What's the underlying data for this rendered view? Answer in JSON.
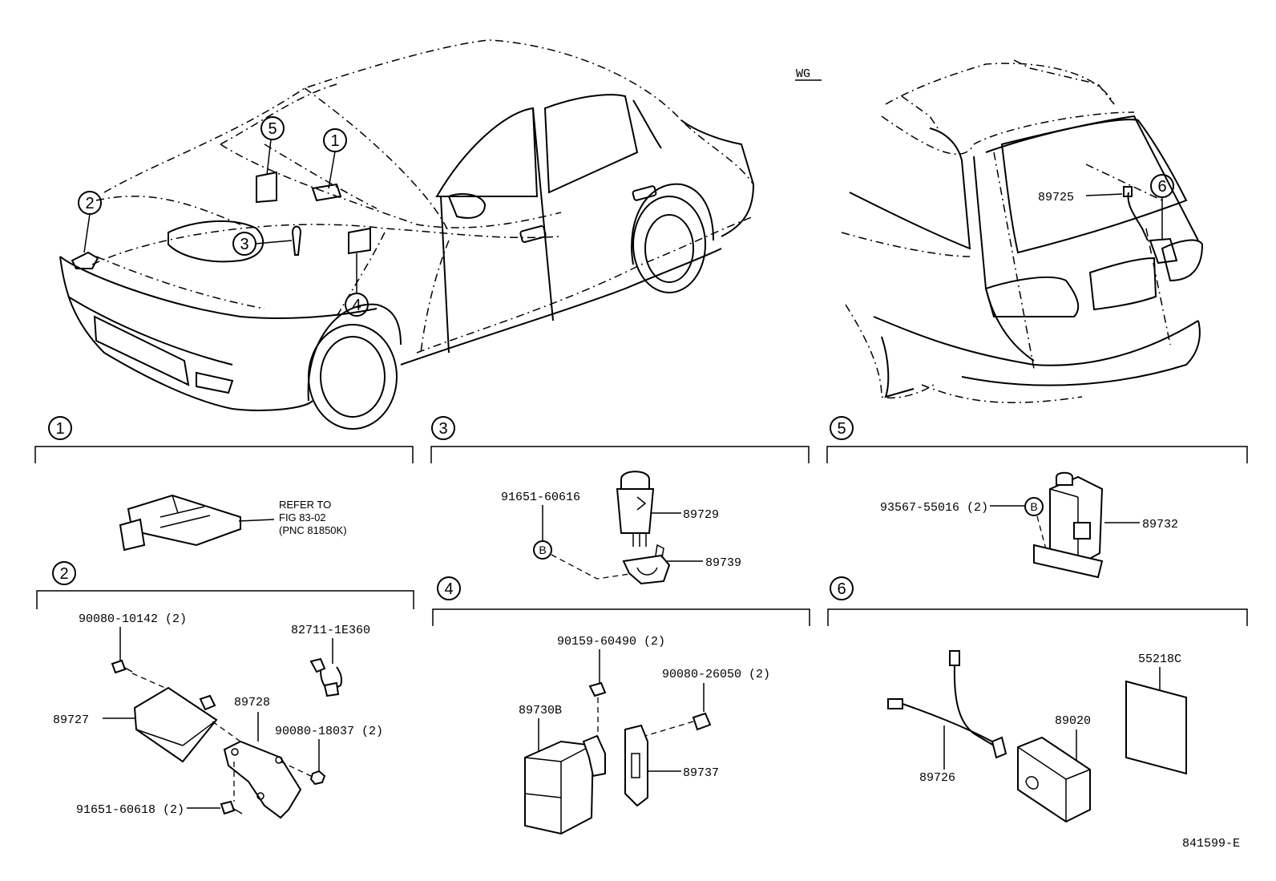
{
  "header": {
    "variant_label": "WG"
  },
  "figure_code": "841599-E",
  "overview_callouts": [
    "1",
    "2",
    "3",
    "4",
    "5",
    "6"
  ],
  "callout_89725": "89725",
  "sections": [
    {
      "number": "1",
      "note_line1": "REFER TO",
      "note_line2": "FIG 83-02",
      "note_line3": "(PNC 81850K)"
    },
    {
      "number": "2",
      "parts": [
        "90080-10142 (2)",
        "82711-1E360",
        "89727",
        "89728",
        "90080-18037 (2)",
        "91651-60618 (2)"
      ]
    },
    {
      "number": "3",
      "parts": [
        "91651-60616",
        "89729",
        "89739"
      ],
      "bolt_ref": "B"
    },
    {
      "number": "4",
      "parts": [
        "90159-60490 (2)",
        "90080-26050 (2)",
        "89730B",
        "89737"
      ]
    },
    {
      "number": "5",
      "parts": [
        "93567-55016 (2)",
        "89732"
      ],
      "bolt_ref": "B"
    },
    {
      "number": "6",
      "parts": [
        "55218C",
        "89020",
        "89726"
      ]
    }
  ],
  "icons": [
    "sedan-car-outline",
    "wagon-rear-outline",
    "switch-icon",
    "sensor-icon",
    "bracket-icon",
    "bolt-icon",
    "nut-icon",
    "ecu-module-icon",
    "harness-icon",
    "label-sheet-icon"
  ]
}
